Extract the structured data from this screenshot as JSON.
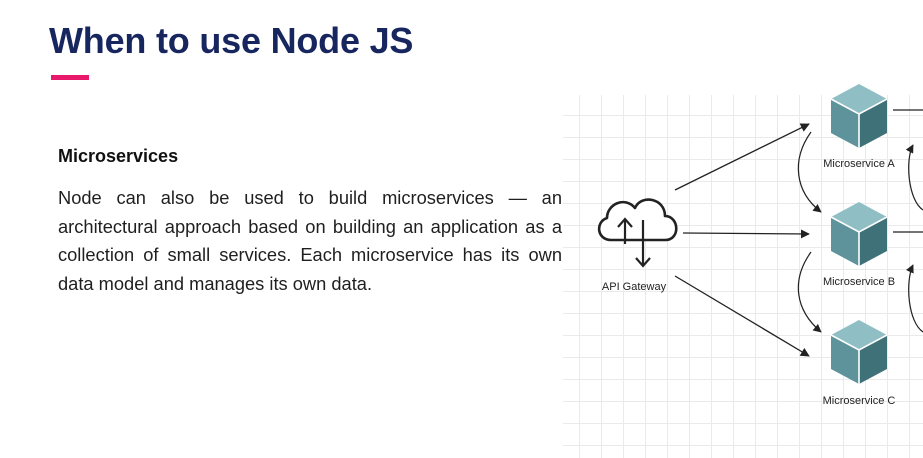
{
  "slide": {
    "title": "When to use Node JS",
    "accent_color": "#e8196b",
    "title_color": "#17265e"
  },
  "content": {
    "heading": "Microservices",
    "paragraph": "Node can also be used to build microservices — an architectural approach based on building an application as a collection of small services. Each microservice has its own data model and manages its own data."
  },
  "diagram": {
    "gateway_label": "API Gateway",
    "gateway_icon": "cloud-upload-download-icon",
    "services": [
      {
        "label": "Microservice A",
        "icon": "cube-icon"
      },
      {
        "label": "Microservice B",
        "icon": "cube-icon"
      },
      {
        "label": "Microservice C",
        "icon": "cube-icon"
      }
    ],
    "cube_colors": {
      "top": "#8fbec5",
      "left": "#5f939b",
      "right": "#3f7179"
    }
  }
}
